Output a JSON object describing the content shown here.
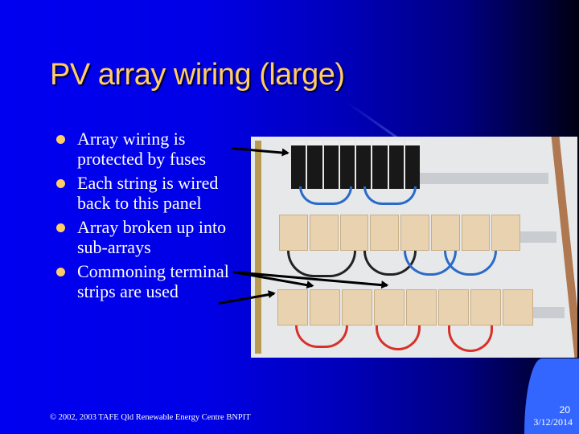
{
  "slide": {
    "title": "PV array wiring (large)",
    "bullets": [
      "Array wiring is protected by fuses",
      "Each string is wired back to this panel",
      "Array broken up into sub-arrays",
      "Commoning terminal strips are used"
    ],
    "image": {
      "description": "photo-pv-array-wiring-panel",
      "alt": "Wiring panel with fuses and terminal strips"
    },
    "footer": "© 2002, 2003 TAFE Qld Renewable Energy Centre BNPIT",
    "slide_number": "20",
    "date": "3/12/2014"
  },
  "colors": {
    "title": "#ffcc66",
    "bullet_dot": "#ffcc66",
    "text": "#ffffff",
    "background_left": "#0000f0",
    "background_right": "#000010",
    "corner_accent": "#3366ff"
  }
}
